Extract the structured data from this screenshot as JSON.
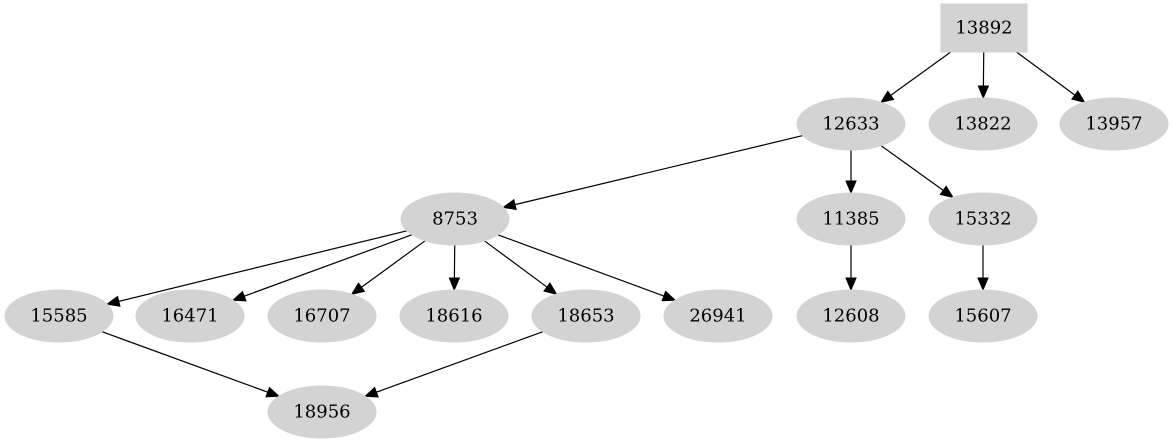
{
  "graph": {
    "nodes": [
      {
        "id": "13892",
        "label": "13892",
        "shape": "box"
      },
      {
        "id": "12633",
        "label": "12633",
        "shape": "ellipse"
      },
      {
        "id": "13822",
        "label": "13822",
        "shape": "ellipse"
      },
      {
        "id": "13957",
        "label": "13957",
        "shape": "ellipse"
      },
      {
        "id": "8753",
        "label": "8753",
        "shape": "ellipse"
      },
      {
        "id": "11385",
        "label": "11385",
        "shape": "ellipse"
      },
      {
        "id": "15332",
        "label": "15332",
        "shape": "ellipse"
      },
      {
        "id": "15585",
        "label": "15585",
        "shape": "ellipse"
      },
      {
        "id": "16471",
        "label": "16471",
        "shape": "ellipse"
      },
      {
        "id": "16707",
        "label": "16707",
        "shape": "ellipse"
      },
      {
        "id": "18616",
        "label": "18616",
        "shape": "ellipse"
      },
      {
        "id": "18653",
        "label": "18653",
        "shape": "ellipse"
      },
      {
        "id": "26941",
        "label": "26941",
        "shape": "ellipse"
      },
      {
        "id": "12608",
        "label": "12608",
        "shape": "ellipse"
      },
      {
        "id": "15607",
        "label": "15607",
        "shape": "ellipse"
      },
      {
        "id": "18956",
        "label": "18956",
        "shape": "ellipse"
      }
    ],
    "edges": [
      {
        "from": "13892",
        "to": "12633"
      },
      {
        "from": "13892",
        "to": "13822"
      },
      {
        "from": "13892",
        "to": "13957"
      },
      {
        "from": "12633",
        "to": "8753"
      },
      {
        "from": "12633",
        "to": "11385"
      },
      {
        "from": "12633",
        "to": "15332"
      },
      {
        "from": "8753",
        "to": "15585"
      },
      {
        "from": "8753",
        "to": "16471"
      },
      {
        "from": "8753",
        "to": "16707"
      },
      {
        "from": "8753",
        "to": "18616"
      },
      {
        "from": "8753",
        "to": "18653"
      },
      {
        "from": "8753",
        "to": "26941"
      },
      {
        "from": "11385",
        "to": "12608"
      },
      {
        "from": "15332",
        "to": "15607"
      },
      {
        "from": "15585",
        "to": "18956"
      },
      {
        "from": "18653",
        "to": "18956"
      }
    ],
    "colors": {
      "node_fill": "#d3d3d3",
      "edge": "#000000",
      "text": "#000000",
      "background": "#ffffff"
    }
  }
}
